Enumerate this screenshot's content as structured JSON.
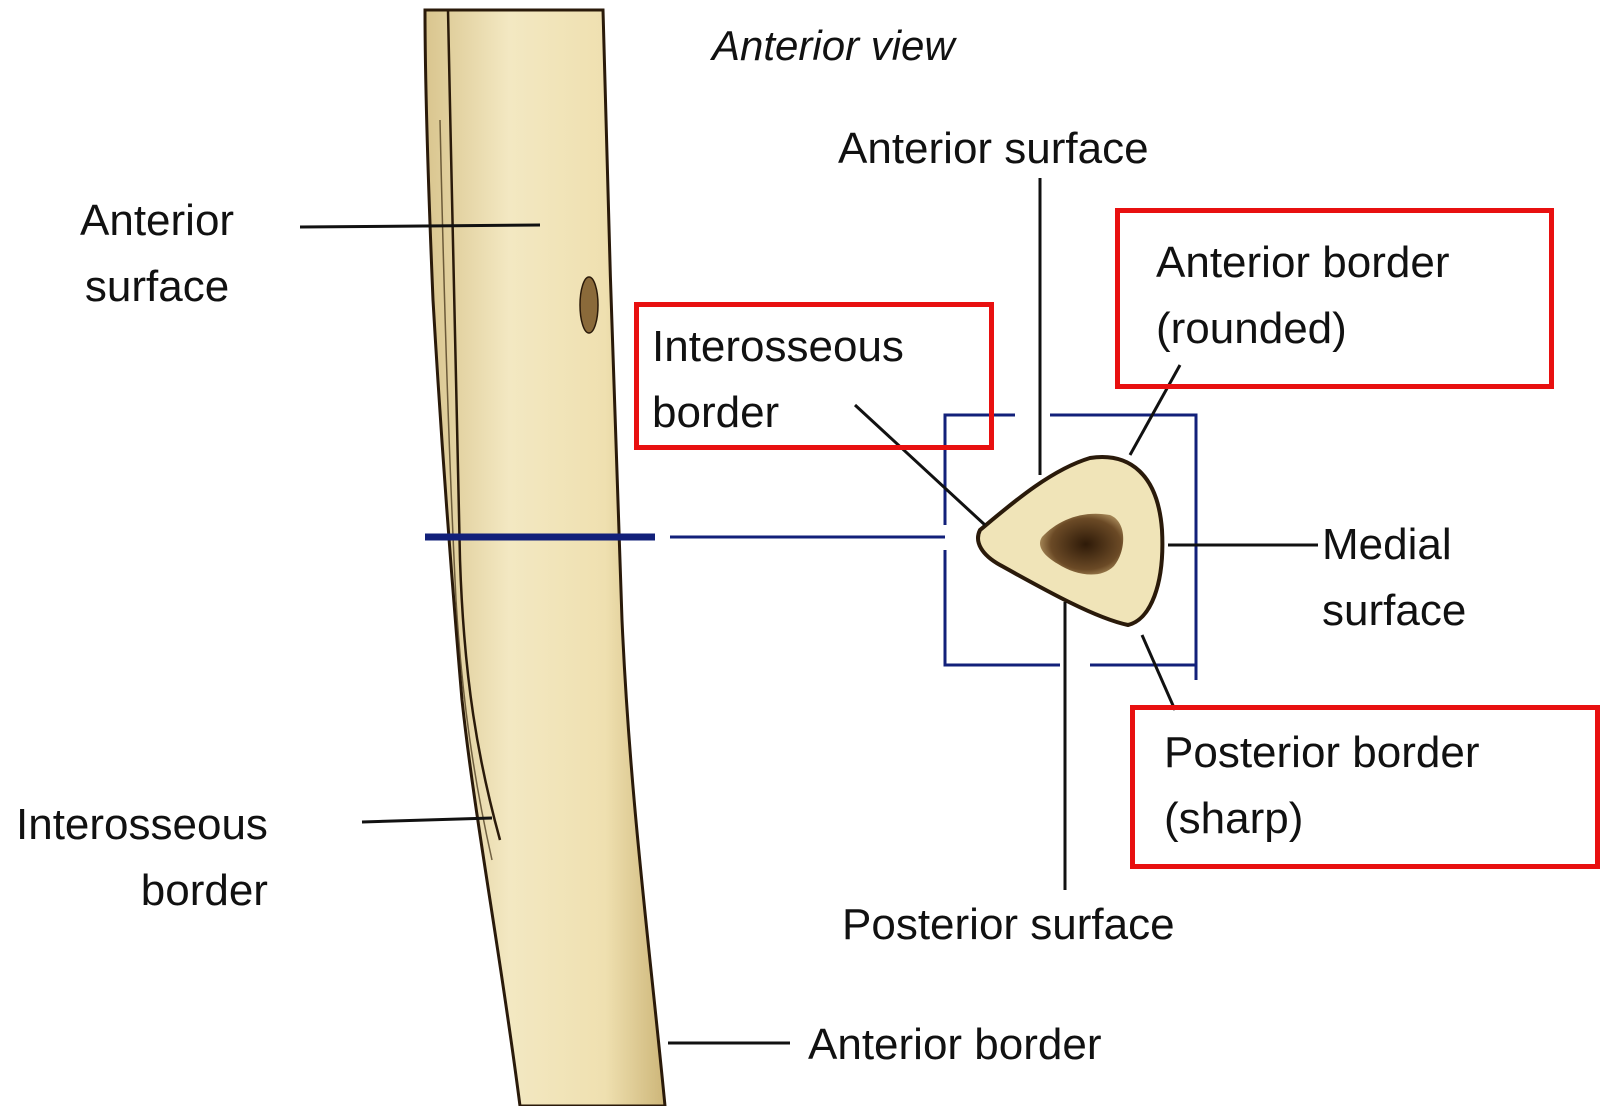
{
  "title": "Anterior view",
  "colors": {
    "bone_fill": "#f0e4b8",
    "bone_outline": "#2a1a0a",
    "marrow": "#5a3a1a",
    "plane_line": "#12207a",
    "highlight": "#e81010",
    "leader_line": "#111111"
  },
  "labels": {
    "shaft_anterior_surface": "Anterior\nsurface",
    "shaft_interosseous_border": "Interosseous\nborder",
    "shaft_anterior_border": "Anterior border",
    "section_anterior_surface": "Anterior surface",
    "section_interosseous_border": "Interosseous\nborder",
    "section_anterior_border": "Anterior border\n(rounded)",
    "section_medial_surface": "Medial\nsurface",
    "section_posterior_border": "Posterior border\n(sharp)",
    "section_posterior_surface": "Posterior surface"
  }
}
